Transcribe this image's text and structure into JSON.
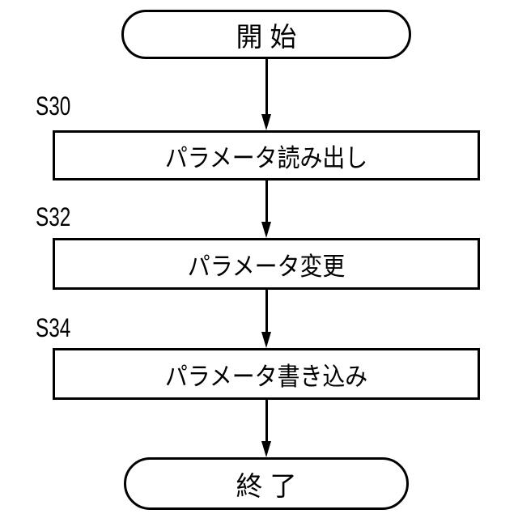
{
  "figure": {
    "type": "flowchart",
    "colors": {
      "background": "#ffffff",
      "stroke": "#000000",
      "text": "#000000"
    },
    "nodes": {
      "start": {
        "type": "terminal",
        "label": "開始"
      },
      "s30": {
        "type": "process",
        "step": "S30",
        "label": "パラメータ読み出し"
      },
      "s32": {
        "type": "process",
        "step": "S32",
        "label": "パラメータ変更"
      },
      "s34": {
        "type": "process",
        "step": "S34",
        "label": "パラメータ書き込み"
      },
      "end": {
        "type": "terminal",
        "label": "終了"
      }
    },
    "edges": [
      {
        "from": "start",
        "to": "s30"
      },
      {
        "from": "s30",
        "to": "s32"
      },
      {
        "from": "s32",
        "to": "s34"
      },
      {
        "from": "s34",
        "to": "end"
      }
    ]
  }
}
